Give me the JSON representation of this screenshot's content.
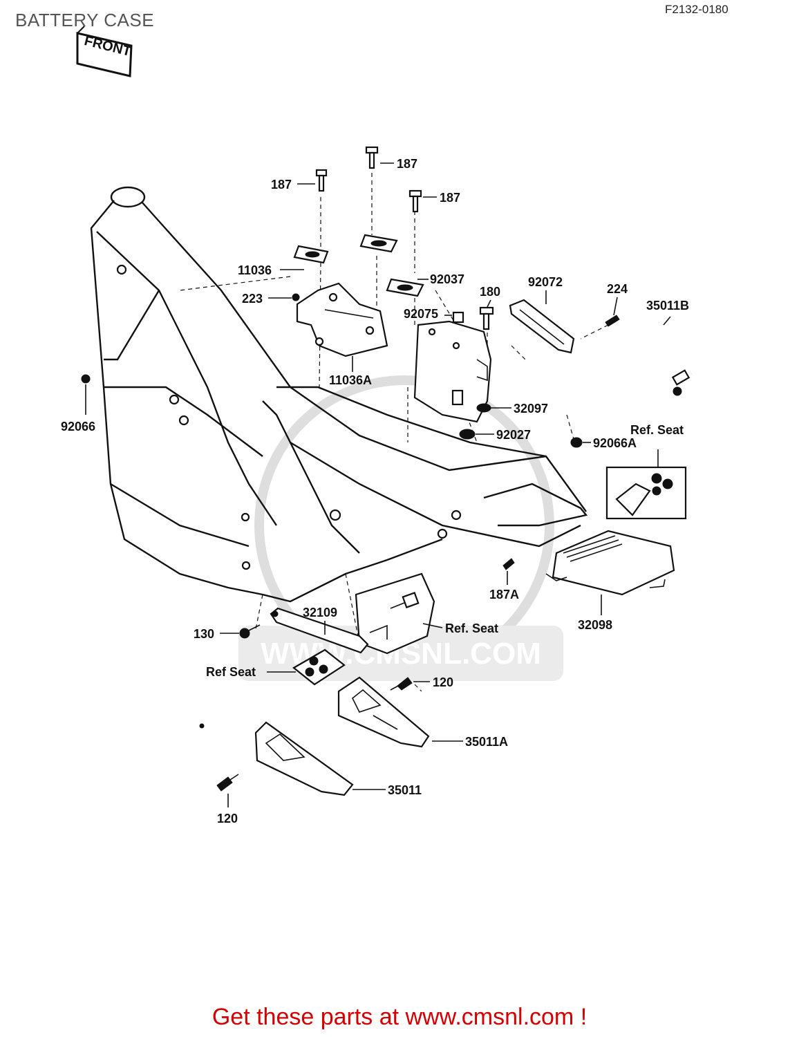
{
  "page_title": "BATTERY CASE",
  "drawing_number": "F2132-0180",
  "front_marker": "FRONT",
  "watermark": "WWW.CMSNL.COM",
  "cta": "Get these parts at www.cmsnl.com !",
  "callouts": {
    "bolt_left": "187",
    "bolt_center": "187",
    "bolt_right": "187",
    "plate": "11036",
    "screw_223": "223",
    "bracket": "11036A",
    "pad_92037": "92037",
    "nut_92075": "92075",
    "bolt_180": "180",
    "strap": "92072",
    "screw_224": "224",
    "rod": "35011B",
    "grommet_left": "92066",
    "damper_32097": "32097",
    "washer_92027": "92027",
    "grommet_right": "92066A",
    "ref_seat_right": "Ref.  Seat",
    "tray": "32098",
    "bolt_187a": "187A",
    "stay": "32109",
    "bolt_130": "130",
    "ref_seat_center": "Ref.  Seat",
    "ref_seat_left": "Ref   Seat",
    "bolt_120_upper": "120",
    "cover_right": "35011A",
    "cover_left": "35011",
    "bolt_120_lower": "120"
  }
}
